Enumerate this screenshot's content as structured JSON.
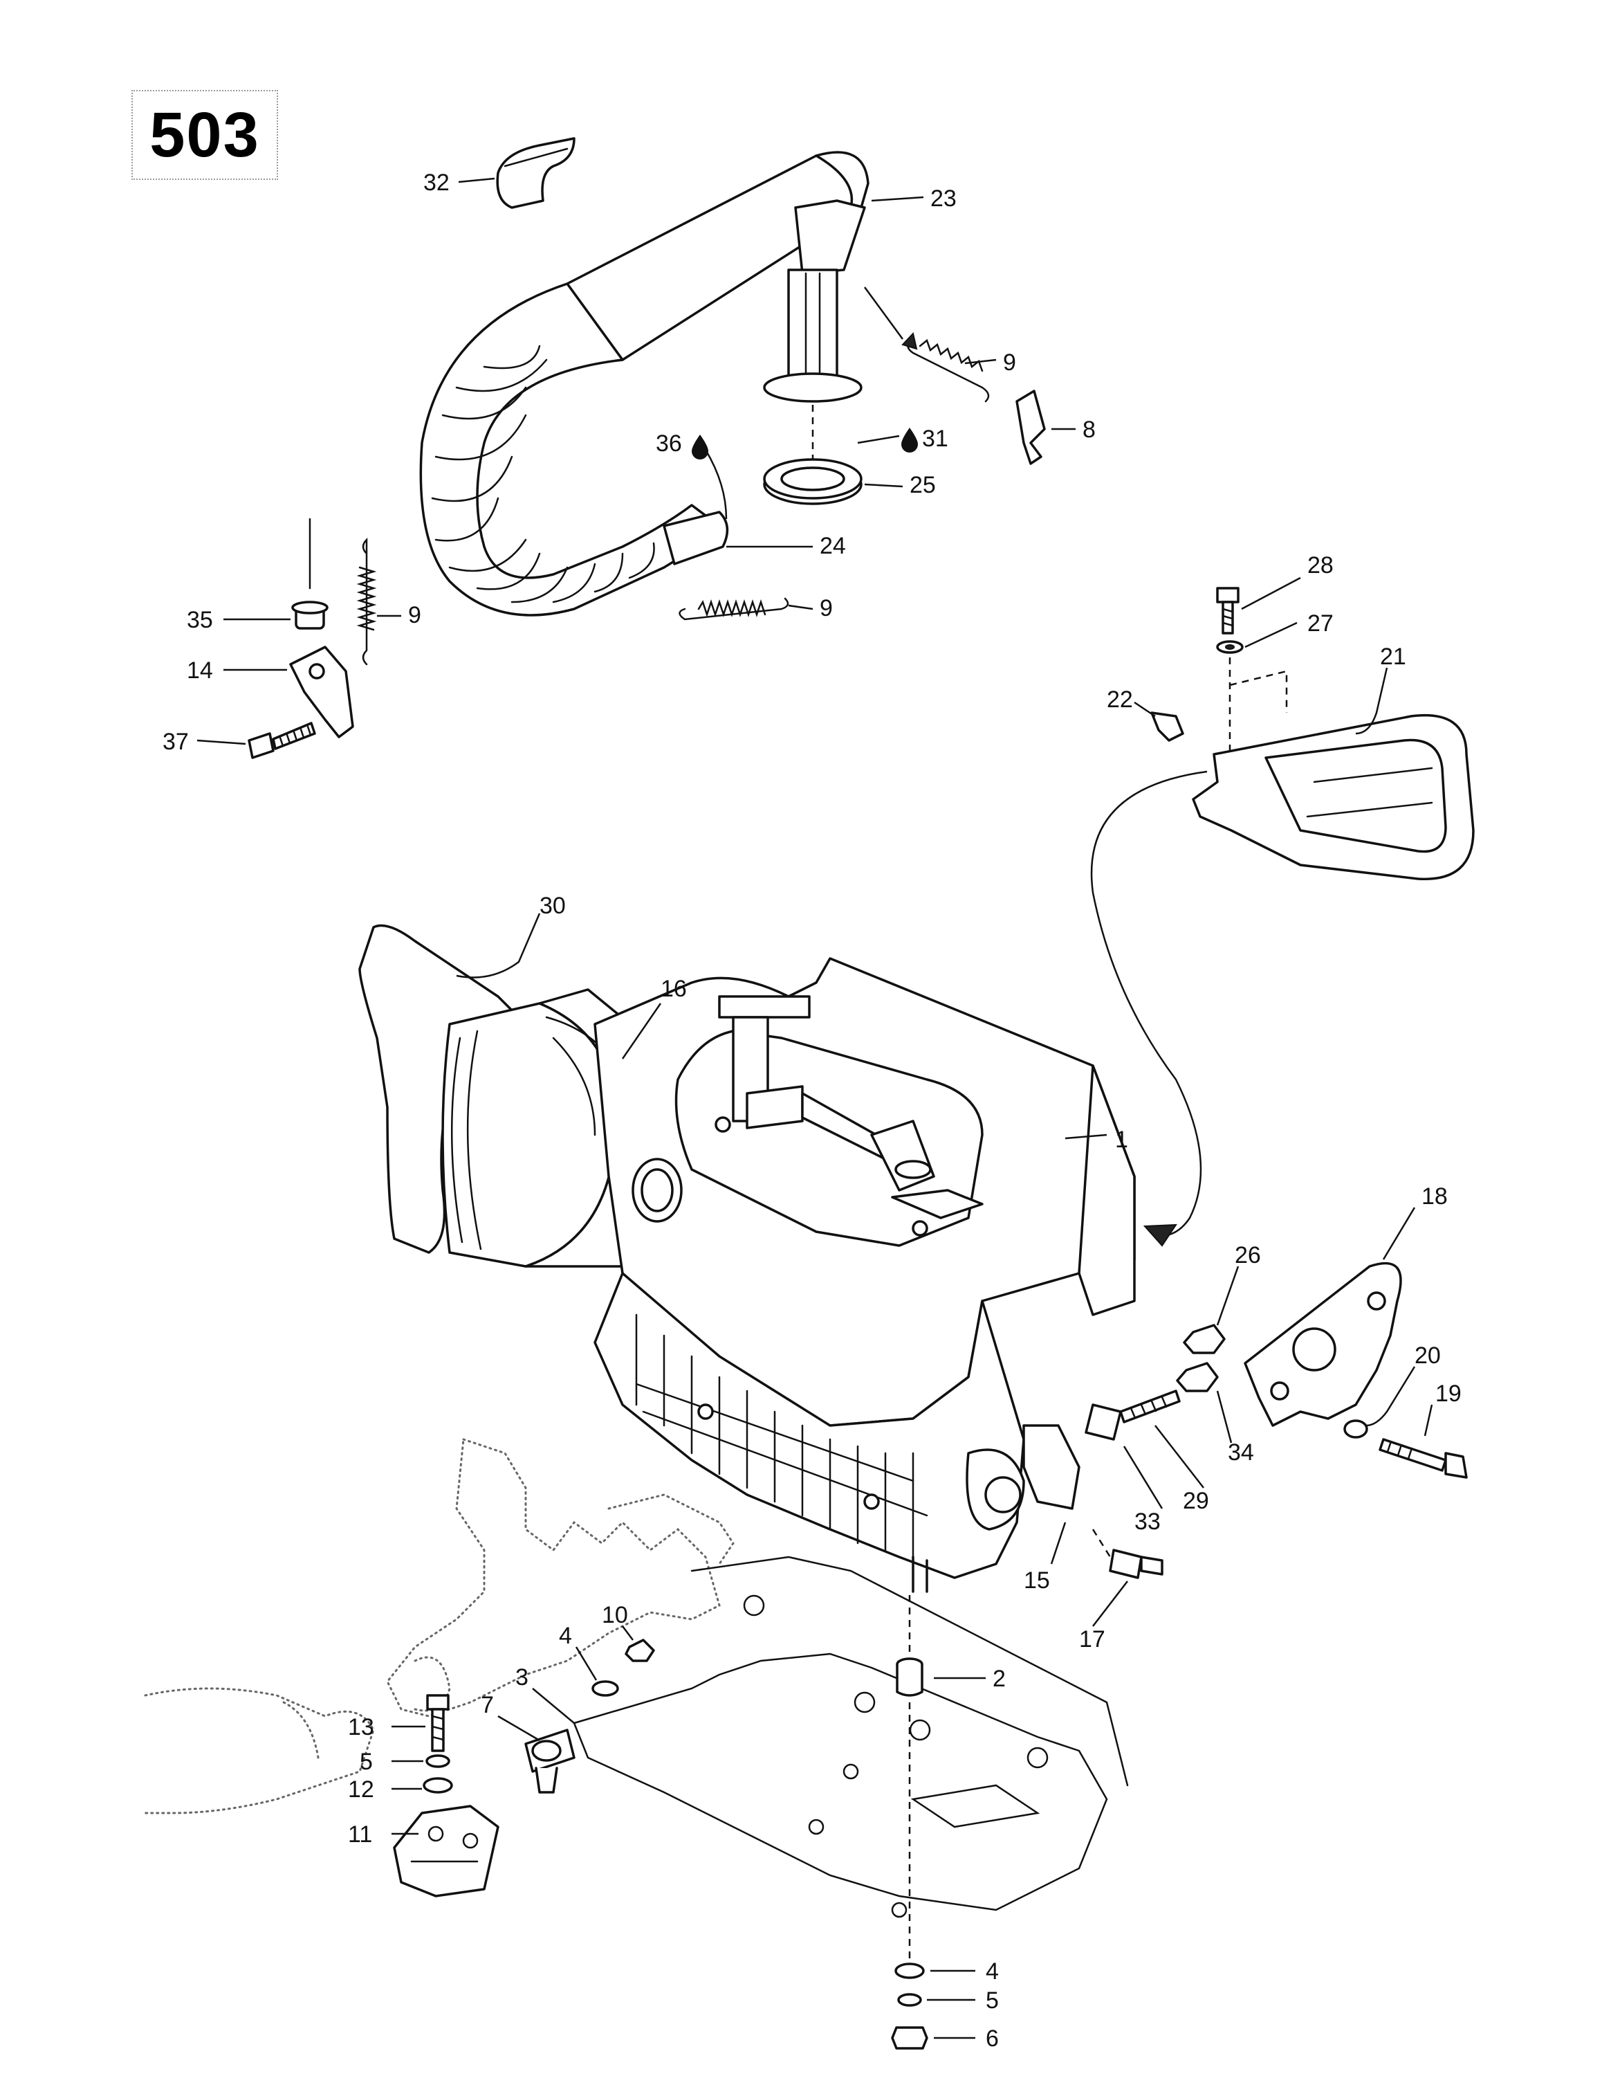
{
  "page_number": "503",
  "callouts": [
    {
      "id": "c32",
      "label": "32"
    },
    {
      "id": "c23",
      "label": "23"
    },
    {
      "id": "c9a",
      "label": "9"
    },
    {
      "id": "c8",
      "label": "8"
    },
    {
      "id": "c36",
      "label": "36"
    },
    {
      "id": "c31",
      "label": "31"
    },
    {
      "id": "c25",
      "label": "25"
    },
    {
      "id": "c24",
      "label": "24"
    },
    {
      "id": "c9b",
      "label": "9"
    },
    {
      "id": "c9c",
      "label": "9"
    },
    {
      "id": "c35",
      "label": "35"
    },
    {
      "id": "c14",
      "label": "14"
    },
    {
      "id": "c37",
      "label": "37"
    },
    {
      "id": "c28",
      "label": "28"
    },
    {
      "id": "c27",
      "label": "27"
    },
    {
      "id": "c21",
      "label": "21"
    },
    {
      "id": "c22",
      "label": "22"
    },
    {
      "id": "c30",
      "label": "30"
    },
    {
      "id": "c16",
      "label": "16"
    },
    {
      "id": "c1",
      "label": "1"
    },
    {
      "id": "c18",
      "label": "18"
    },
    {
      "id": "c26",
      "label": "26"
    },
    {
      "id": "c20",
      "label": "20"
    },
    {
      "id": "c19",
      "label": "19"
    },
    {
      "id": "c34",
      "label": "34"
    },
    {
      "id": "c33",
      "label": "33"
    },
    {
      "id": "c29",
      "label": "29"
    },
    {
      "id": "c15",
      "label": "15"
    },
    {
      "id": "c17",
      "label": "17"
    },
    {
      "id": "c10",
      "label": "10"
    },
    {
      "id": "c4a",
      "label": "4"
    },
    {
      "id": "c3",
      "label": "3"
    },
    {
      "id": "c7",
      "label": "7"
    },
    {
      "id": "c2",
      "label": "2"
    },
    {
      "id": "c13",
      "label": "13"
    },
    {
      "id": "c5a",
      "label": "5"
    },
    {
      "id": "c12",
      "label": "12"
    },
    {
      "id": "c11",
      "label": "11"
    },
    {
      "id": "c4b",
      "label": "4"
    },
    {
      "id": "c5b",
      "label": "5"
    },
    {
      "id": "c6",
      "label": "6"
    }
  ],
  "icons": {
    "lubricant_drop": "drop-icon"
  }
}
